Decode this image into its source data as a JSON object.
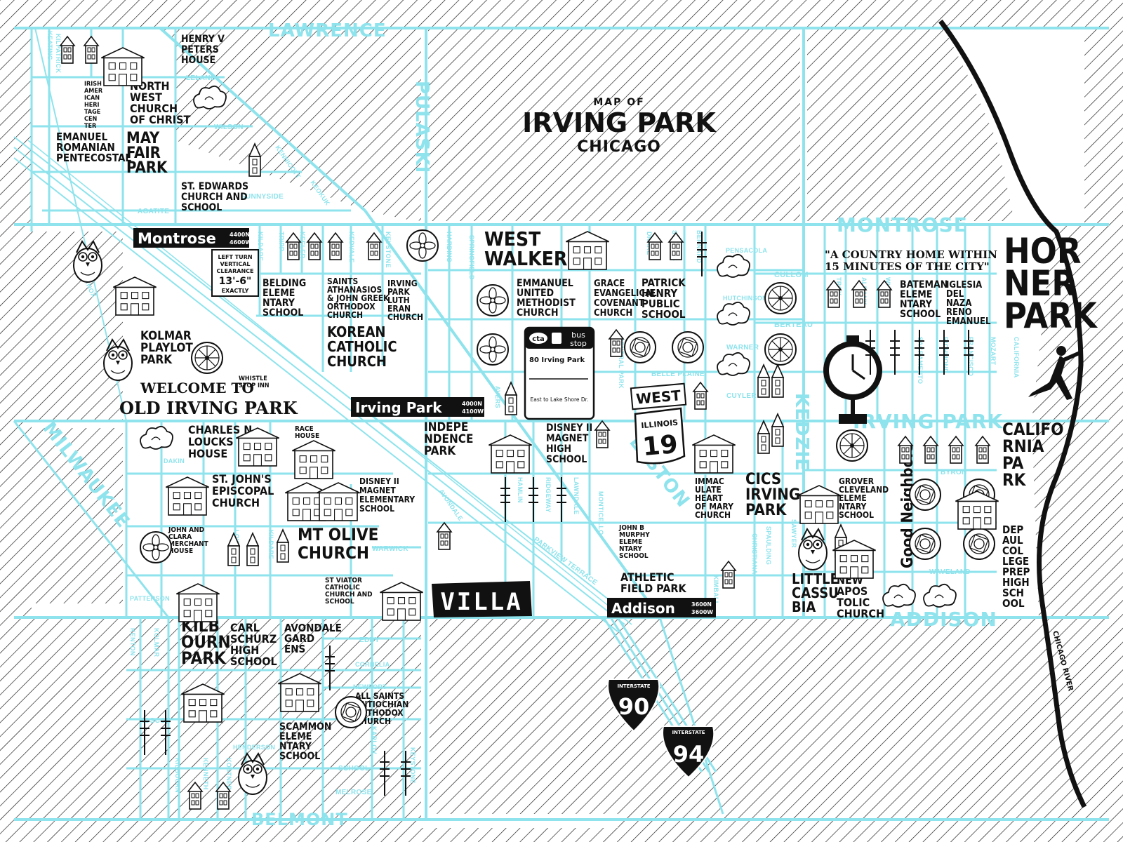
{
  "map": {
    "pre_title": "MAP OF",
    "title": "IRVING PARK",
    "subtitle": "CHICAGO"
  },
  "colors": {
    "street": "#8ee3ec",
    "ink": "#111111",
    "paper": "#ffffff"
  },
  "major_streets": {
    "lawrence": "LAWRENCE",
    "montrose_top": "MONTROSE",
    "irving_park": "IRVING PARK",
    "addison": "ADDISON",
    "belmont": "BELMONT",
    "pulaski": "PULASKI",
    "milwaukee": "MILWAUKEE",
    "kedzie": "KEDZIE",
    "elston": "ELSTON"
  },
  "minor_streets": {
    "keating": "KEATING",
    "kilpatrick": "KILPATRICK",
    "leland": "LELAND",
    "wilson": "WILSON",
    "kennicott": "KENNICOTT",
    "keokuk": "KEOKUK",
    "sunnyside": "SUNNYSIDE",
    "agatite": "AGATITE",
    "kildare": "KILDARE",
    "tripp": "TRIPP",
    "keeler": "KEELER",
    "kedvale": "KEDVALE",
    "keystone": "KEYSTONE",
    "harding": "HARDING",
    "springfield": "SPRINGFIELD",
    "drake": "DRAKE",
    "st_louis": "ST LOUIS",
    "bernard": "BERNARD",
    "pensacola": "PENSACOLA",
    "hutchinson": "HUTCHINSON",
    "cullom": "CULLOM",
    "berteau": "BERTEAU",
    "warner": "WARNER",
    "cuyler": "CUYLER",
    "belle_plaine": "BELLE PLAINE",
    "troy": "TROY",
    "albany": "ALBANY",
    "whipple": "WHIPPLE",
    "sacramento": "SACRAMENTO",
    "richmond": "RICHMOND",
    "francisco": "FRANCISCO",
    "mozart": "MOZART",
    "california": "CALIFORNIA",
    "knox": "KNOX",
    "dakin": "DAKIN",
    "patterson": "PATTERSON",
    "lowell": "LOWELL",
    "kildare2": "KILDARE",
    "warwick": "WARWICK",
    "avondale": "AVONDALE",
    "avers": "AVERS",
    "central_park": "CENTRAL PARK",
    "hamlin": "HAMLIN",
    "ridgeway": "RIDGEWAY",
    "lawndale": "LAWNDALE",
    "monticello": "MONTICELLO",
    "parkview": "PARKVIEW TERRACE",
    "kimball": "KIMBALL",
    "christiana": "CHRISTIANA",
    "spaulding": "SPAULDING",
    "sawyer": "SAWYER",
    "byron": "BYRON",
    "waveland": "WAVELAND",
    "kenton": "KENTON",
    "kolmar": "KOLMAR",
    "eddy": "EDDY",
    "cornelia": "CORNELIA",
    "newport": "NEWPORT",
    "roscoe": "ROSCOE",
    "henderson": "HENDERSON",
    "school": "SCHOOL",
    "melrose": "MELROSE",
    "karlov": "KARLOV",
    "keystone2": "KEYSTONE",
    "kilbourn": "KILBOURN",
    "kenneth": "KENNETH",
    "kostner": "KOSTNER",
    "chicago_river": "CHICAGO RIVER"
  },
  "cross_streets": {
    "montrose": {
      "name": "Montrose",
      "n1": "4400N",
      "n2": "4600W"
    },
    "irving": {
      "name": "Irving Park",
      "n1": "4000N",
      "n2": "4100W"
    },
    "addison": {
      "name": "Addison",
      "n1": "3600N",
      "n2": "3600W"
    }
  },
  "bus_stop": {
    "cta": "cta",
    "l1": "bus",
    "l2": "stop",
    "route": "80 Irving Park",
    "direction": "East to Lake Shore Dr."
  },
  "clearance": {
    "l1": "LEFT TURN",
    "l2": "VERTICAL",
    "l3": "CLEARANCE",
    "l4": "13'-6\"",
    "l5": "EXACTLY"
  },
  "route19": {
    "l1": "WEST",
    "l2": "ILLINOIS",
    "l3": "19"
  },
  "interstates": {
    "i90_label": "INTERSTATE",
    "i90": "90",
    "i94_label": "INTERSTATE",
    "i94": "94"
  },
  "quote": {
    "l1": "\"A COUNTRY HOME WITHIN",
    "l2": "15 MINUTES OF THE CITY\""
  },
  "landmarks": {
    "henry_peters": [
      "HENRY V",
      "PETERS",
      "HOUSE"
    ],
    "irish_heritage": [
      "IRISH",
      "AMER",
      "ICAN",
      "HERI",
      "TAGE",
      "CEN",
      "TER"
    ],
    "northwest_church": [
      "NORTH",
      "WEST",
      "CHURCH",
      "OF CHRIST"
    ],
    "emanuel_romanian": [
      "EMANUEL",
      "ROMANIAN",
      "PENTECOSTAL"
    ],
    "mayfair_park": [
      "MAY",
      "FAIR",
      "PARK"
    ],
    "st_edwards": [
      "ST. EDWARDS",
      "CHURCH AND",
      "SCHOOL"
    ],
    "west_walker": [
      "WEST",
      "WALKER"
    ],
    "horner_park": [
      "HOR",
      "NER",
      "PARK"
    ],
    "belding": [
      "BELDING",
      "ELEME",
      "NTARY",
      "SCHOOL"
    ],
    "saints_athanasios": [
      "SAINTS",
      "ATHANASIOS",
      "& JOHN GREEK",
      "ORTHODOX",
      "CHURCH"
    ],
    "irving_park_lutheran": [
      "IRVING",
      "PARK",
      "LUTH",
      "ERAN",
      "CHURCH"
    ],
    "korean_catholic": [
      "KOREAN",
      "CATHOLIC",
      "CHURCH"
    ],
    "emmanuel_united": [
      "EMMANUEL",
      "UNITED",
      "METHODIST",
      "CHURCH"
    ],
    "grace_evangelical": [
      "GRACE",
      "EVANGELICAL",
      "COVENANT",
      "CHURCH"
    ],
    "patrick_henry": [
      "PATRICK",
      "HENRY",
      "PUBLIC",
      "SCHOOL"
    ],
    "bateman": [
      "BATEMAN",
      "ELEME",
      "NTARY",
      "SCHOOL"
    ],
    "iglesia": [
      "IGLESIA",
      "DEL",
      "NAZA",
      "RENO",
      "EMANUEL"
    ],
    "kolmar_playlot": [
      "KOLMAR",
      "PLAYLOT",
      "PARK"
    ],
    "welcome": [
      "WELCOME TO",
      "OLD IRVING PARK"
    ],
    "whistle_stop": [
      "WHISTLE",
      "STOP INN"
    ],
    "charles_loucks": [
      "CHARLES N",
      "LOUCKS",
      "HOUSE"
    ],
    "race_house": [
      "RACE",
      "HOUSE"
    ],
    "independence_park": [
      "INDEPE",
      "NDENCE",
      "PARK"
    ],
    "disney_magnet_high": [
      "DISNEY II",
      "MAGNET",
      "HIGH",
      "SCHOOL"
    ],
    "st_johns": [
      "ST. JOHN'S",
      "EPISCOPAL",
      "CHURCH"
    ],
    "disney_magnet_elem": [
      "DISNEY II",
      "MAGNET",
      "ELEMENTARY",
      "SCHOOL"
    ],
    "immaculate_heart": [
      "IMMAC",
      "ULATE",
      "HEART",
      "OF MARY",
      "CHURCH"
    ],
    "cics": [
      "CICS",
      "IRVING",
      "PARK"
    ],
    "grover_cleveland": [
      "GROVER",
      "CLEVELAND",
      "ELEME",
      "NTARY",
      "SCHOOL"
    ],
    "good_neighbors": "Good Neighbors",
    "california_park": [
      "CALIFO",
      "RNIA",
      "PA",
      "RK"
    ],
    "john_clara": [
      "JOHN AND",
      "CLARA",
      "MERCHANT",
      "HOUSE"
    ],
    "mt_olive": [
      "MT OLIVE",
      "CHURCH"
    ],
    "st_viator": [
      "ST VIATOR",
      "CATHOLIC",
      "CHURCH AND",
      "SCHOOL"
    ],
    "villa": "VILLA",
    "john_murphy": [
      "JOHN B",
      "MURPHY",
      "ELEME",
      "NTARY",
      "SCHOOL"
    ],
    "athletic_field": [
      "ATHLETIC",
      "FIELD PARK"
    ],
    "little_cassubia": [
      "LITTLE",
      "CASSU",
      "BIA"
    ],
    "new_apostolic": [
      "NEW",
      "APOS",
      "TOLIC",
      "CHURCH"
    ],
    "depaul": [
      "DEP",
      "AUL",
      "COL",
      "LEGE",
      "PREP",
      "HIGH",
      "SCH",
      "OOL"
    ],
    "kilbourn_park": [
      "KILB",
      "OURN",
      "PARK"
    ],
    "carl_schurz": [
      "CARL",
      "SCHURZ",
      "HIGH",
      "SCHOOL"
    ],
    "avondale_gardens": [
      "AVONDALE",
      "GARD",
      "ENS"
    ],
    "all_saints": [
      "ALL SAINTS",
      "ANTIOCHIAN",
      "ORTHODOX",
      "CHURCH"
    ],
    "scammon": [
      "SCAMMON",
      "ELEME",
      "NTARY",
      "SCHOOL"
    ]
  }
}
